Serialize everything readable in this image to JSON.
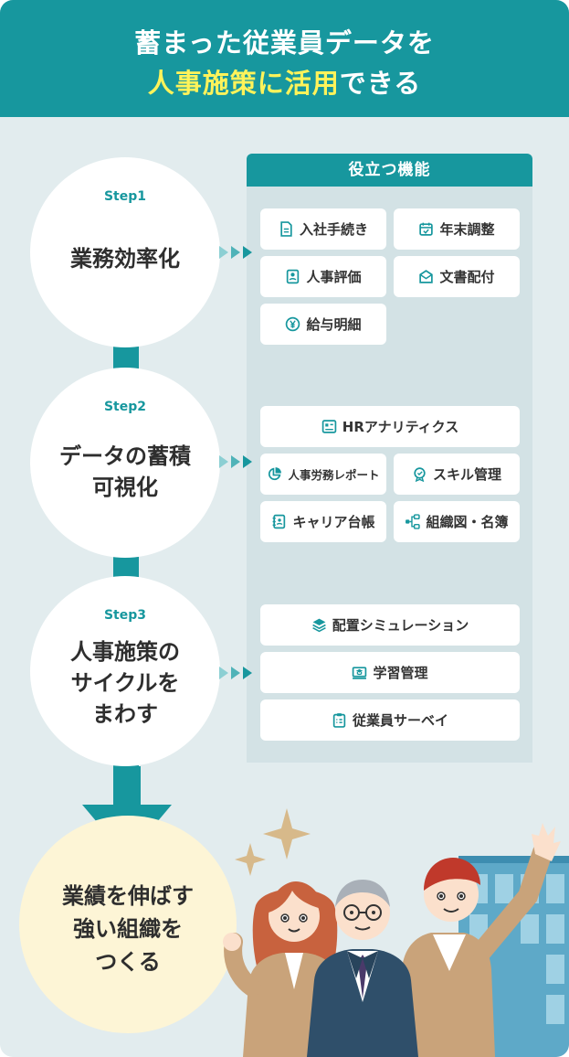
{
  "header": {
    "line1": "蓄まった従業員データを",
    "line2_highlight": "人事施策に活用",
    "line2_rest": "できる"
  },
  "panel": {
    "title": "役立つ機能"
  },
  "steps": [
    {
      "step": "Step1",
      "title_lines": [
        "業務効率化"
      ]
    },
    {
      "step": "Step2",
      "title_lines": [
        "データの蓄積",
        "可視化"
      ]
    },
    {
      "step": "Step3",
      "title_lines": [
        "人事施策の",
        "サイクルを",
        "まわす"
      ]
    }
  ],
  "features": {
    "step1": [
      {
        "label": "入社手続き",
        "icon": "document-icon"
      },
      {
        "label": "年末調整",
        "icon": "calendar-check-icon"
      },
      {
        "label": "人事評価",
        "icon": "evaluation-icon"
      },
      {
        "label": "文書配付",
        "icon": "mail-icon"
      },
      {
        "label": "給与明細",
        "icon": "yen-icon"
      }
    ],
    "step2": [
      {
        "label": "HRアナリティクス",
        "icon": "analytics-icon"
      },
      {
        "label": "人事労務レポート",
        "icon": "pie-chart-icon"
      },
      {
        "label": "スキル管理",
        "icon": "badge-icon"
      },
      {
        "label": "キャリア台帳",
        "icon": "career-book-icon"
      },
      {
        "label": "組織図・名簿",
        "icon": "org-chart-icon"
      }
    ],
    "step3": [
      {
        "label": "配置シミュレーション",
        "icon": "layers-icon"
      },
      {
        "label": "学習管理",
        "icon": "learning-icon"
      },
      {
        "label": "従業員サーベイ",
        "icon": "clipboard-icon"
      }
    ]
  },
  "goal": {
    "title_lines": [
      "業績を伸ばす",
      "強い組織を",
      "つくる"
    ]
  },
  "colors": {
    "teal": "#17979e",
    "highlight": "#fff35a",
    "background": "#e2ecee",
    "goal": "#fdf5d6"
  }
}
